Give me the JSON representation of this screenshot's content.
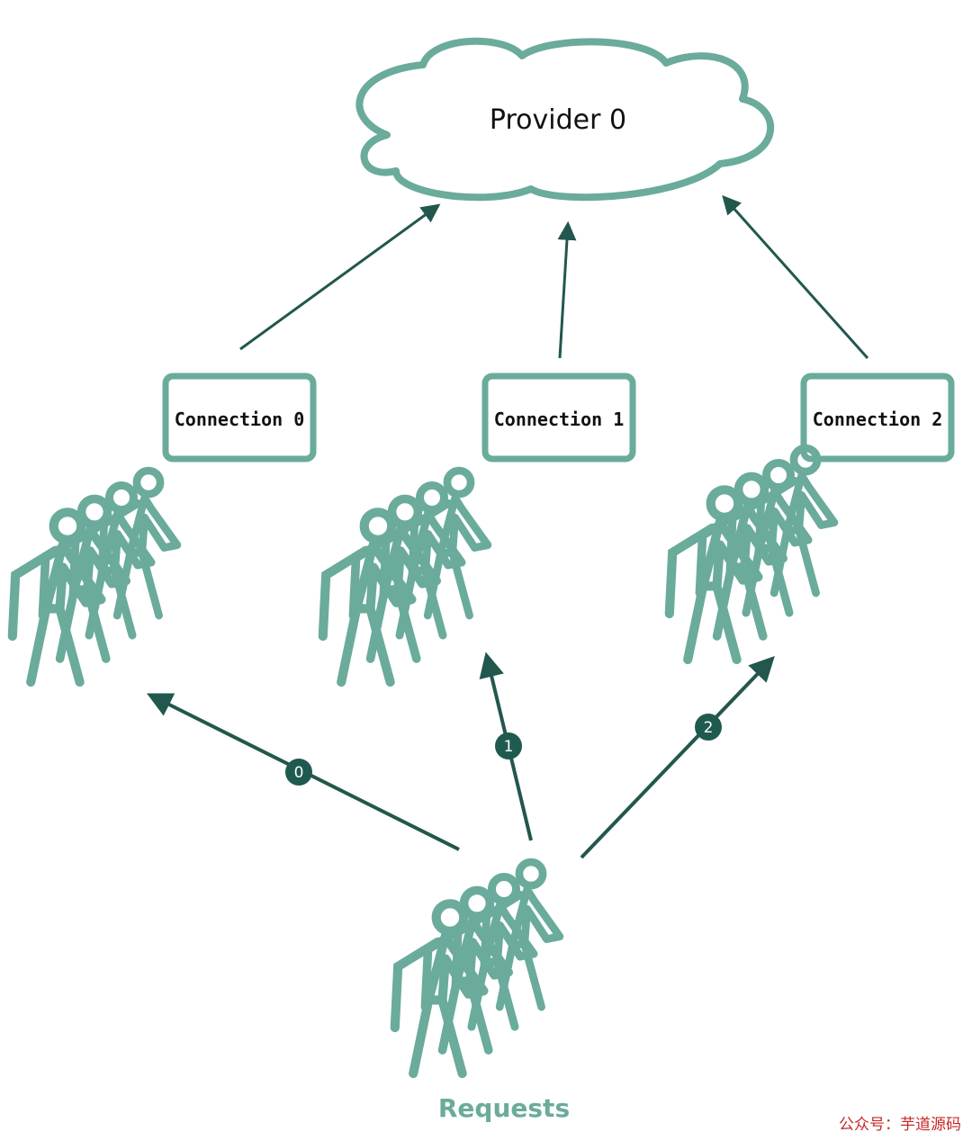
{
  "colors": {
    "teal": "#6aab9c",
    "arrow": "#22574e",
    "badge": "#1f5a50"
  },
  "provider": {
    "label": "Provider 0"
  },
  "connections": [
    {
      "label": "Connection 0"
    },
    {
      "label": "Connection 1"
    },
    {
      "label": "Connection 2"
    }
  ],
  "requests": {
    "label": "Requests"
  },
  "routes": [
    {
      "badge": "0"
    },
    {
      "badge": "1"
    },
    {
      "badge": "2"
    }
  ],
  "watermark": "公众号：芋道源码"
}
